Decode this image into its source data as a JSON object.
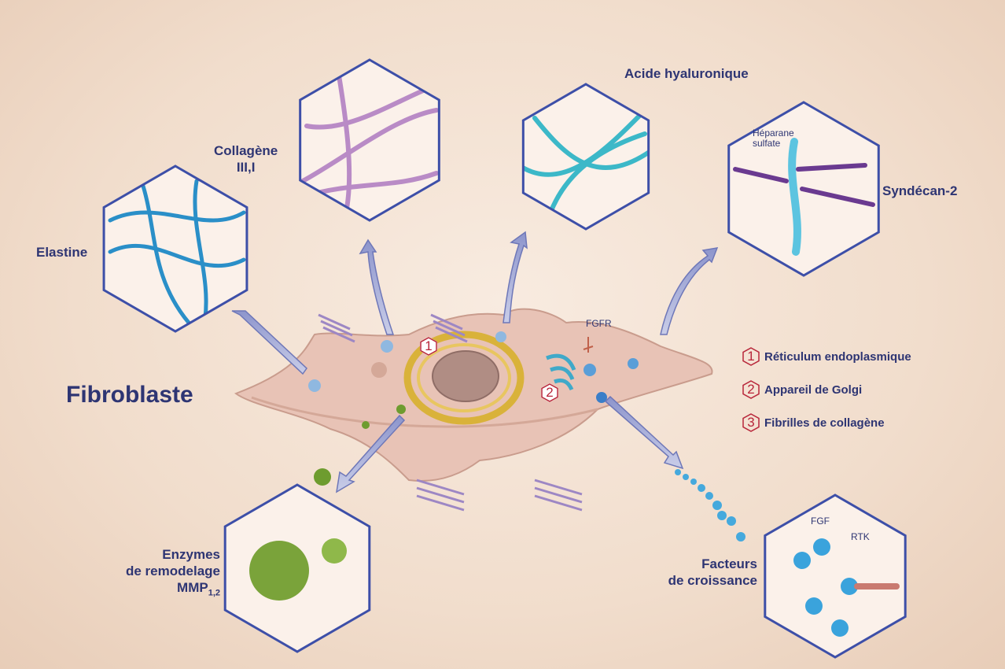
{
  "title": "Fibroblaste",
  "labels": {
    "elastine": "Elastine",
    "collagene_l1": "Collagène",
    "collagene_l2": "III,I",
    "acide": "Acide hyaluronique",
    "syndecan": "Syndécan-2",
    "heparane_l1": "Héparane",
    "heparane_l2": "sulfate",
    "fgfr": "FGFR",
    "enzymes_l1": "Enzymes",
    "enzymes_l2": "de remodelage",
    "enzymes_l3": "MMP",
    "enzymes_sub": "1,2",
    "facteurs_l1": "Facteurs",
    "facteurs_l2": "de croissance",
    "fgf": "FGF",
    "rtk": "RTK"
  },
  "legend": [
    {
      "num": "1",
      "text": "Réticulum endoplasmique"
    },
    {
      "num": "2",
      "text": "Appareil de Golgi"
    },
    {
      "num": "3",
      "text": "Fibrilles de collagène"
    }
  ],
  "colors": {
    "hex_border": "#3d4fa8",
    "text": "#2e3573",
    "badge": "#b8263a",
    "cell": "#e8c3b6"
  }
}
